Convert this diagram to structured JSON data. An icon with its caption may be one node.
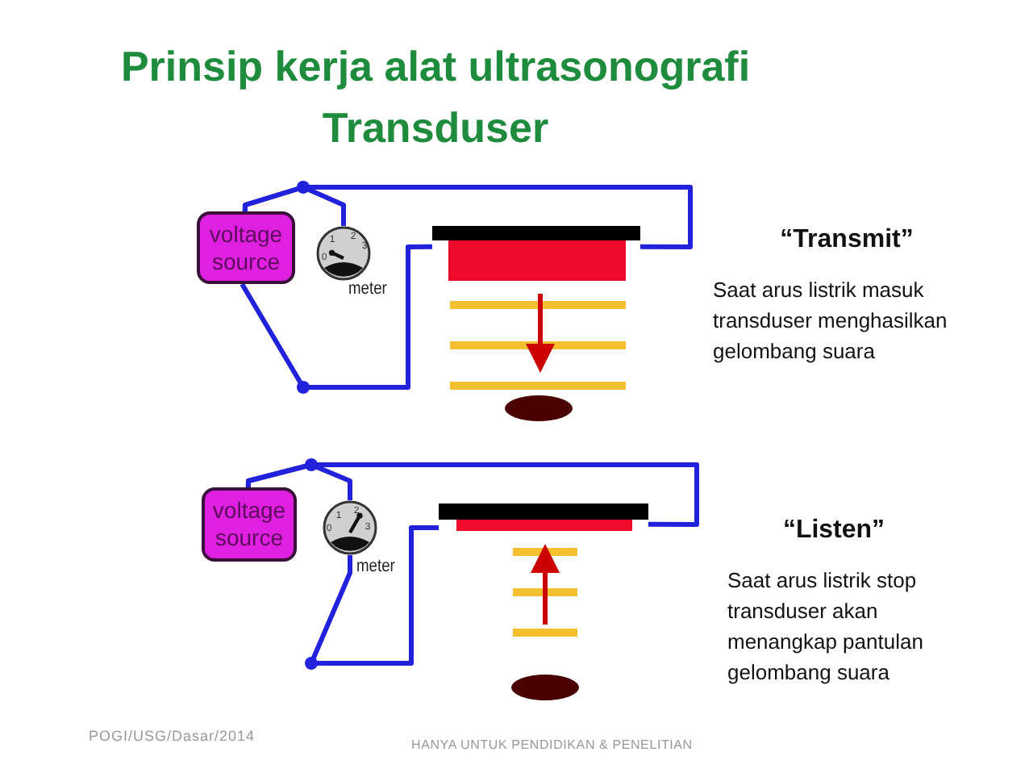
{
  "diagram": {
    "title": "Prinsip kerja alat ultrasonografi Transduser",
    "nodes": [
      {
        "text": [
          "voltage source"
        ]
      },
      {
        "text": [],
        "shape": "circle",
        "beside": [
          "meter"
        ]
      },
      {
        "text": [],
        "shape": "box"
      },
      {
        "text": [
          "voltage source"
        ]
      },
      {
        "text": [],
        "shape": "circle",
        "beside": [
          "meter"
        ]
      },
      {
        "text": [],
        "shape": "box"
      }
    ],
    "edges": [
      {
        "from": 0,
        "to": 1,
        "arrow": "none",
        "color": "#2222dd"
      },
      {
        "from": 0,
        "to": 2,
        "arrow": "none",
        "color": "#2222dd"
      },
      {
        "from": 0,
        "to": 2,
        "arrow": "none",
        "color": "#2222dd"
      },
      {
        "from": 3,
        "to": 4,
        "arrow": "none",
        "color": "#2222dd"
      },
      {
        "from": 3,
        "to": 5,
        "arrow": "none",
        "color": "#2222dd"
      },
      {
        "from": 4,
        "to": 5,
        "arrow": "none",
        "color": "#2222dd"
      }
    ],
    "labels": [
      "0",
      "1",
      "2",
      "3",
      "“Transmit”",
      "Saat arus listrik masuk transduser menghasilkan gelombang suara",
      "0",
      "1",
      "2",
      "3",
      "“Listen”",
      "Saat arus listrik stop transduser akan menangkap pantulan gelombang suara",
      "POGI/USG/Dasar/2014",
      "HANYA UNTUK PENDIDIKAN & PENELITIAN"
    ]
  }
}
